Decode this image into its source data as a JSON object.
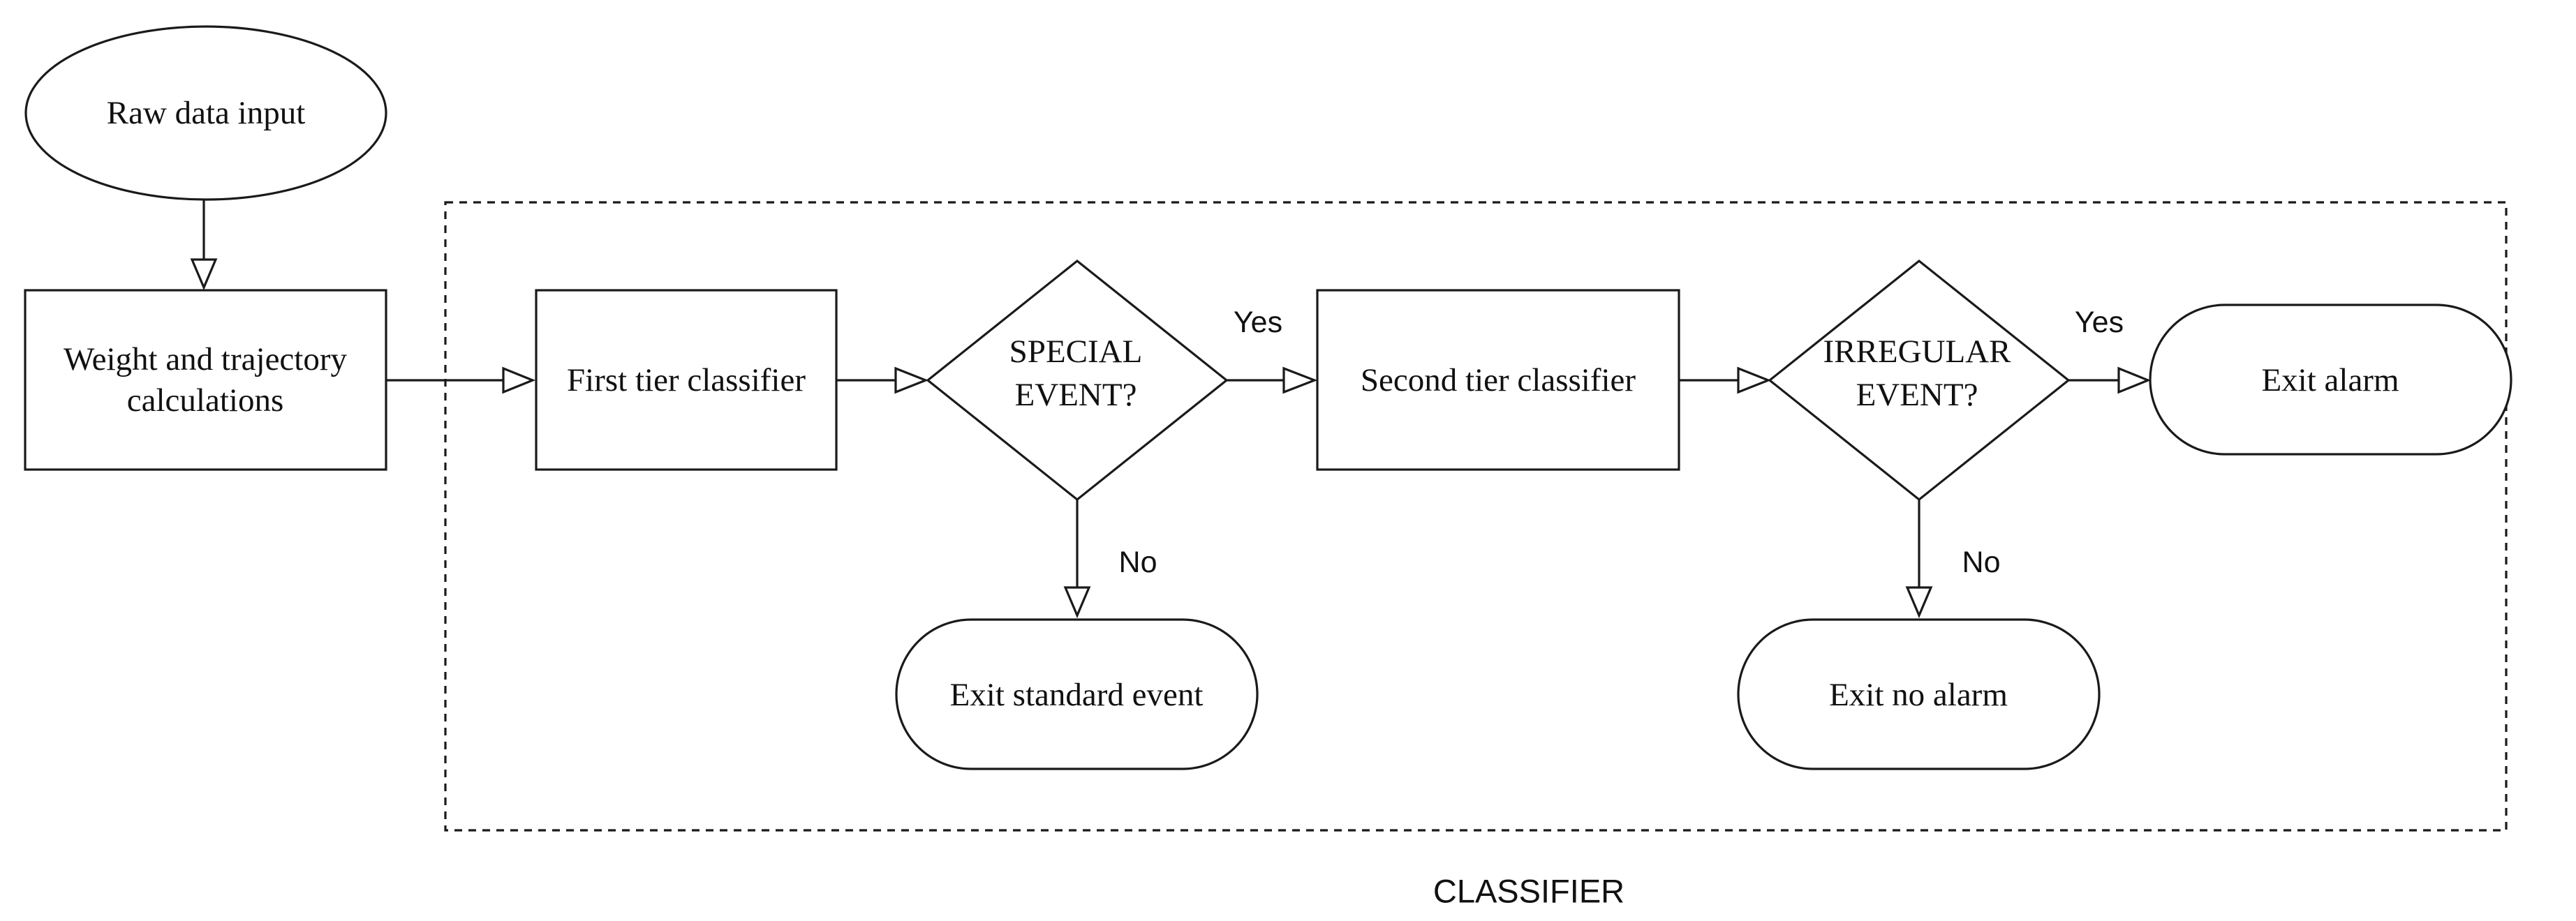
{
  "diagram": {
    "caption": "CLASSIFIER",
    "nodes": {
      "raw_data_input": "Raw data input",
      "weight_calc_line1": "Weight and trajectory",
      "weight_calc_line2": "calculations",
      "first_tier": "First tier classifier",
      "special_event_line1": "SPECIAL",
      "special_event_line2": "EVENT?",
      "second_tier": "Second tier classifier",
      "irregular_event_line1": "IRREGULAR",
      "irregular_event_line2": "EVENT?",
      "exit_alarm": "Exit alarm",
      "exit_standard_event": "Exit standard event",
      "exit_no_alarm": "Exit no alarm"
    },
    "edge_labels": {
      "special_yes": "Yes",
      "special_no": "No",
      "irregular_yes": "Yes",
      "irregular_no": "No"
    },
    "colors": {
      "stroke": "#1a1a1a",
      "fill": "#ffffff",
      "text": "#111111"
    }
  }
}
